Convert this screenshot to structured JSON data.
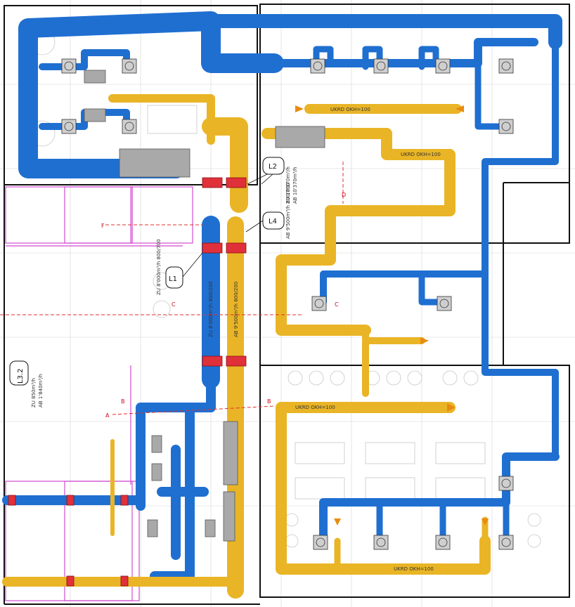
{
  "colors": {
    "supply_duct": "#1f6fd1",
    "supply_duct_edge": "#0b3d8a",
    "exhaust_duct": "#e9b526",
    "exhaust_duct_edge": "#9a7010",
    "fire_damper": "#e0303a",
    "wall": "#111111",
    "grid": "#bdbdbd",
    "section_line": "#e03030",
    "zone_outline": "#d04cd0",
    "diffuser": "#9a9a9a",
    "green_note": "#2aa02a"
  },
  "markers": {
    "L1": "L1",
    "L2": "L2",
    "L4": "L4",
    "L3_2": "L3.2"
  },
  "notes": {
    "L1": "ZU 8'000m³/h 800/700",
    "L4": "AB 9'500m³/h 800/700",
    "L2_zu": "ZU 10'370m³/h",
    "L2_ab": "AB 10'370m³/h",
    "L3_2_zu": "ZU 850m³/h",
    "L3_2_ab": "AB 1'840m³/h",
    "riser_zu": "ZU 8'000m³/h 800/200",
    "riser_ab": "AB 9'500m³/h 800/200"
  },
  "duct_tags": {
    "ukrd_top": "UKRD OKH=100",
    "ukrd_mid": "UKRD OKH=100",
    "ukrd_bottom": "UKRD OKH=100",
    "ukrd_right": "UKRD OKH=100"
  },
  "sections": {
    "A": "A",
    "B": "B",
    "C": "C",
    "D": "D",
    "F": "F"
  }
}
